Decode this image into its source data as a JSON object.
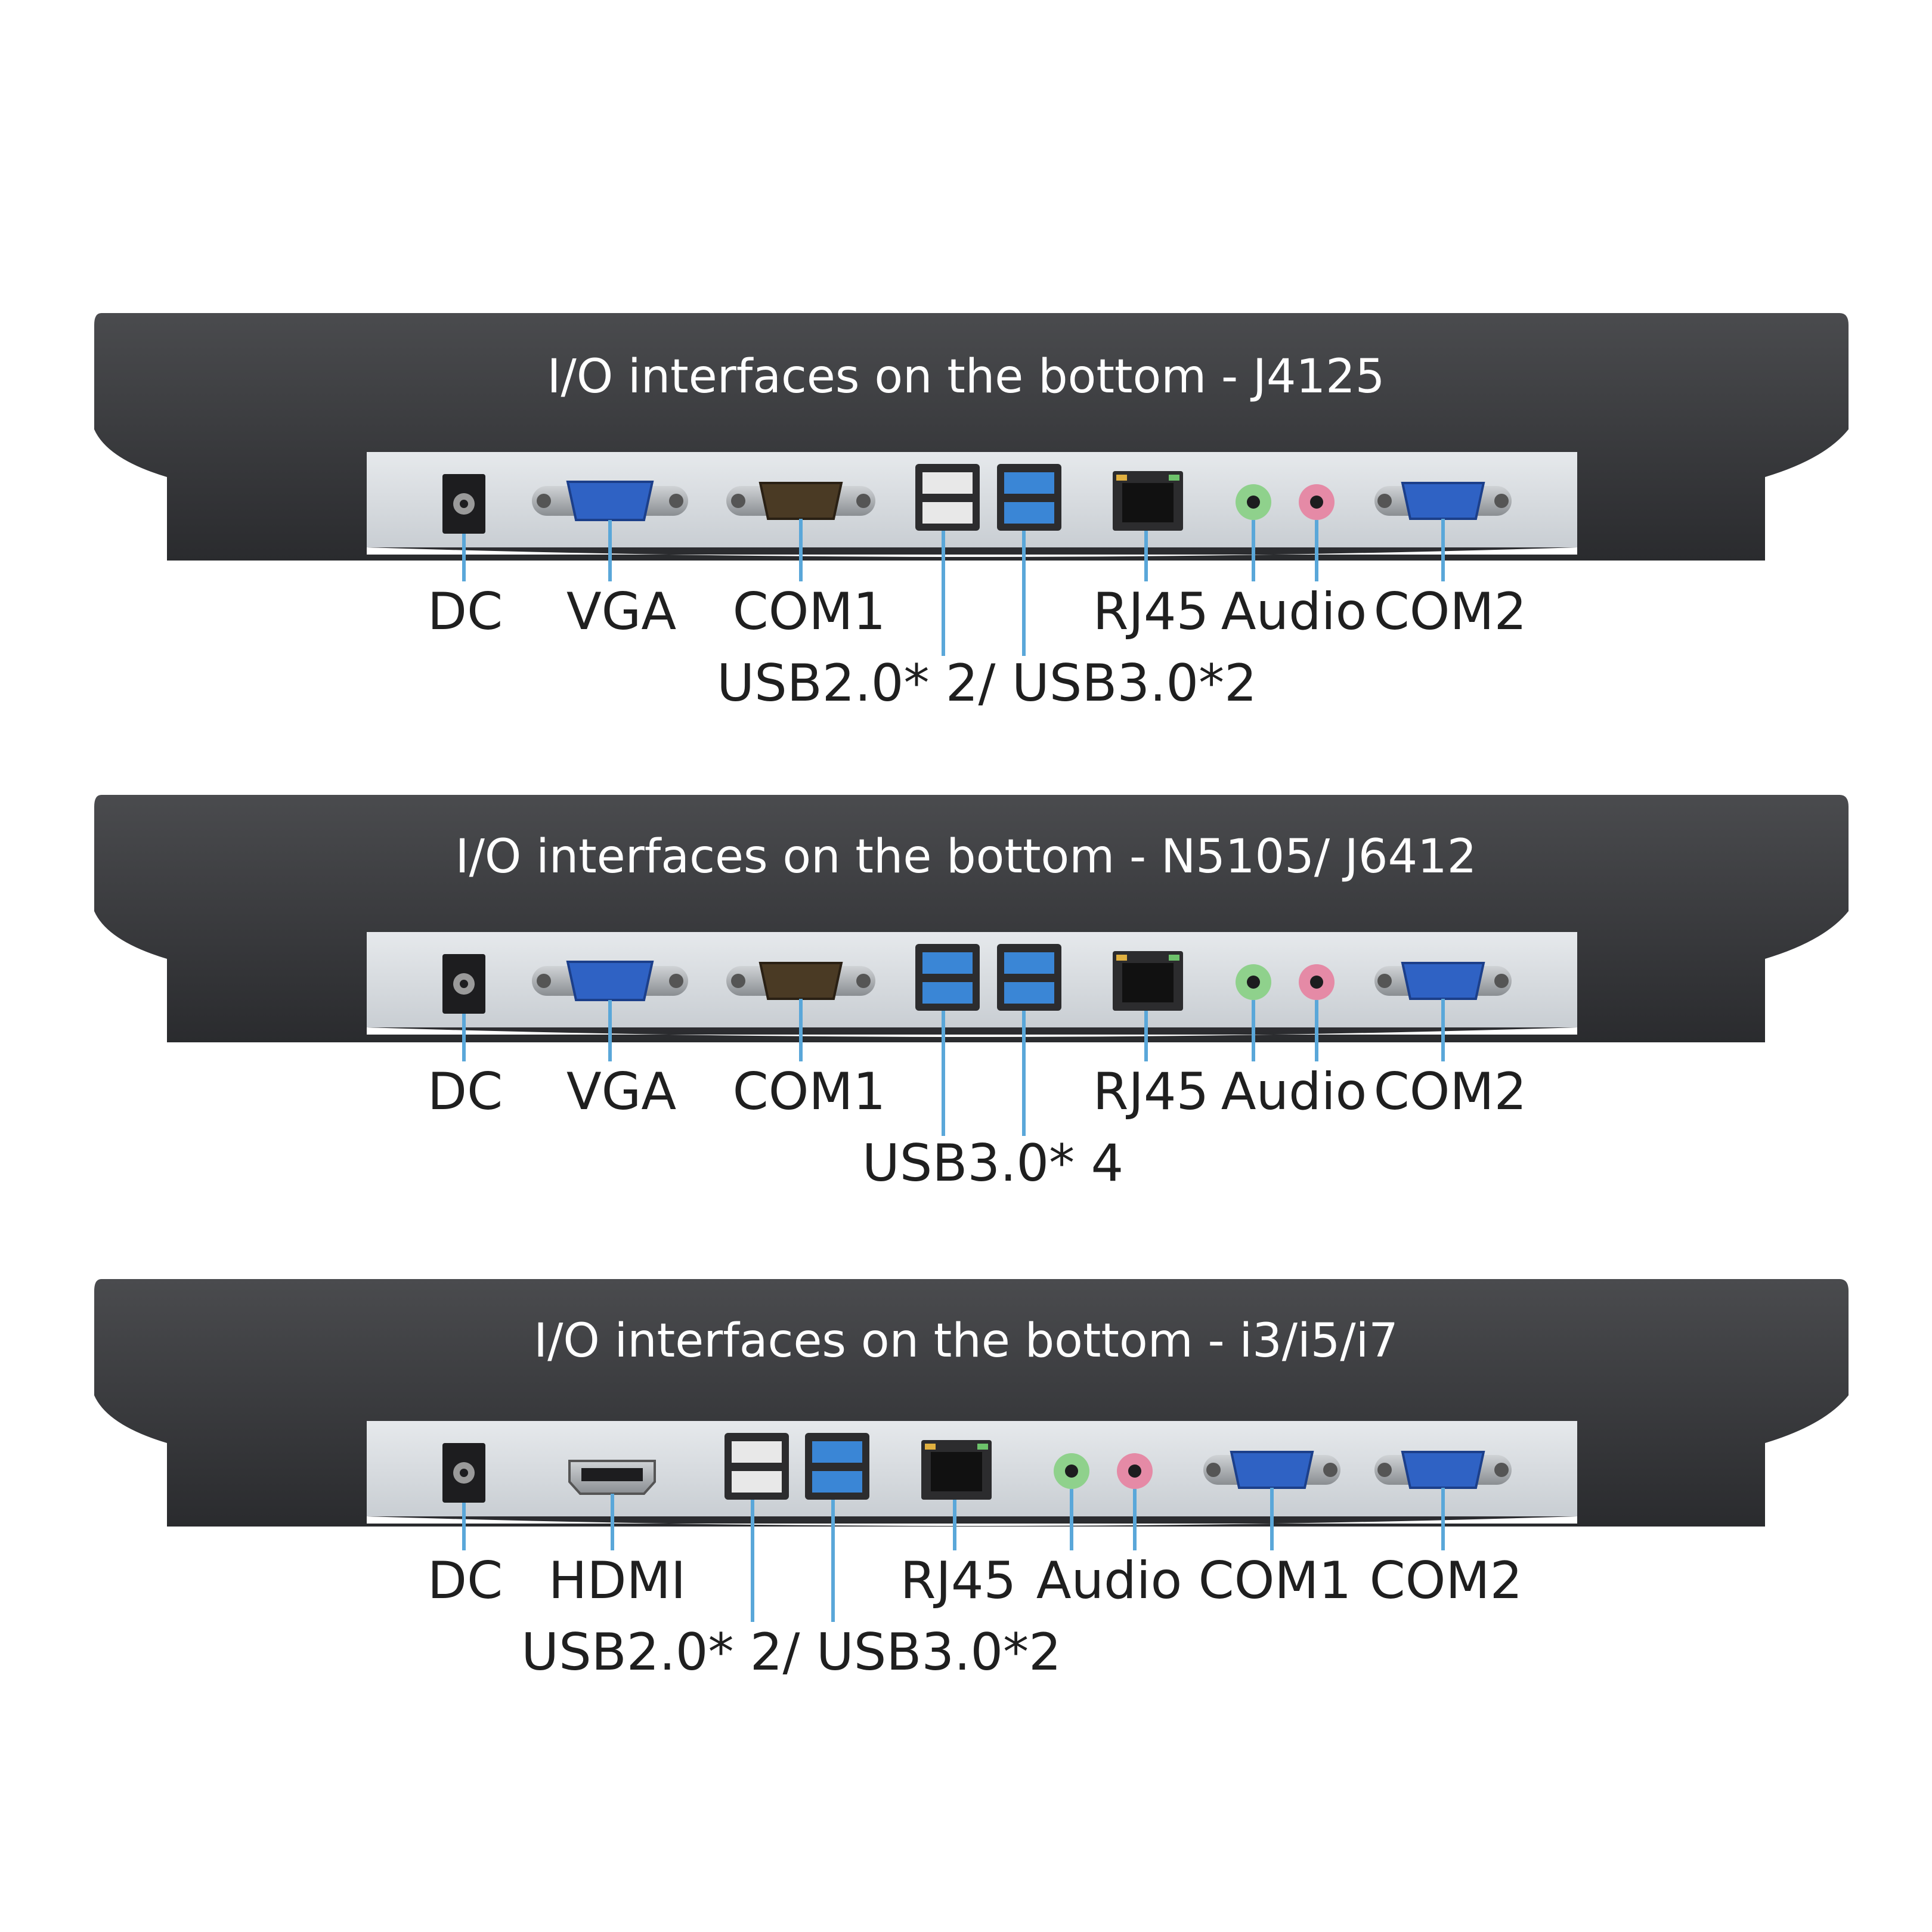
{
  "panels": [
    {
      "title": "I/O interfaces on the bottom - J4125",
      "labels": {
        "dc": "DC",
        "vga": "VGA",
        "com1": "COM1",
        "rj45": "RJ45",
        "audio": "Audio",
        "com2": "COM2",
        "usb": "USB2.0* 2/ USB3.0*2"
      }
    },
    {
      "title": "I/O interfaces on the bottom - N5105/ J6412",
      "labels": {
        "dc": "DC",
        "vga": "VGA",
        "com1": "COM1",
        "rj45": "RJ45",
        "audio": "Audio",
        "com2": "COM2",
        "usb": "USB3.0* 4"
      }
    },
    {
      "title": "I/O interfaces on the bottom - i3/i5/i7",
      "labels": {
        "dc": "DC",
        "hdmi": "HDMI",
        "rj45": "RJ45",
        "audio": "Audio",
        "com1": "COM1",
        "com2": "COM2",
        "usb": "USB2.0* 2/ USB3.0*2"
      }
    }
  ],
  "colors": {
    "bezel": "#3b3c3f",
    "io_strip": "#d9dde1",
    "leader_line": "#5aa7d9",
    "vga_blue": "#2f62c4",
    "usb3_blue": "#3a86d6",
    "audio_green": "#8fd18c",
    "audio_pink": "#e58aa6"
  }
}
